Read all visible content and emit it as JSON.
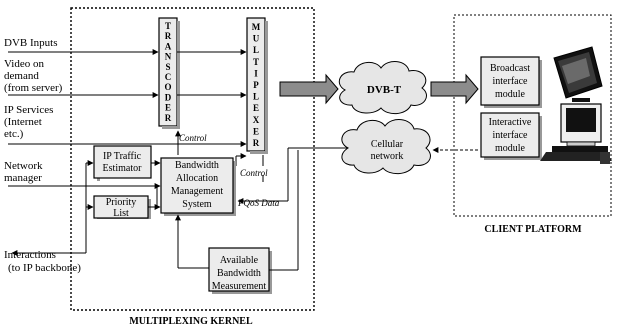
{
  "inputs": {
    "dvb": "DVB Inputs",
    "vod": [
      "Video on",
      "demand",
      "(from server)"
    ],
    "ip_services": [
      "IP Services",
      "(Internet",
      "etc.)"
    ],
    "network_manager": [
      "Network",
      "manager"
    ],
    "interactions": [
      "Interactions",
      "(to IP backbone)"
    ]
  },
  "kernel": {
    "transcoder_letters": [
      "T",
      "R",
      "A",
      "N",
      "S",
      "C",
      "O",
      "D",
      "E",
      "R"
    ],
    "multiplexer_letters": [
      "M",
      "U",
      "L",
      "T",
      "I",
      "P",
      "L",
      "E",
      "X",
      "E",
      "R"
    ],
    "ip_traffic_estimator": [
      "IP Traffic",
      "Estimator"
    ],
    "priority_list": [
      "Priority",
      "List"
    ],
    "bandwidth_allocation": [
      "Bandwidth",
      "Allocation",
      "Management",
      "System"
    ],
    "available_bandwidth": [
      "Available",
      "Bandwidth",
      "Measurement"
    ],
    "control_label_1": "Control",
    "control_label_2": "Control",
    "pqos_label": "PQoS Data",
    "caption": "MULTIPLEXING KERNEL"
  },
  "networks": {
    "dvbt": "DVB-T",
    "cellular": [
      "Cellular",
      "network"
    ]
  },
  "client": {
    "broadcast_module": [
      "Broadcast",
      "interface",
      "module"
    ],
    "interactive_module": [
      "Interactive",
      "interface",
      "module"
    ],
    "caption": "CLIENT PLATFORM"
  }
}
